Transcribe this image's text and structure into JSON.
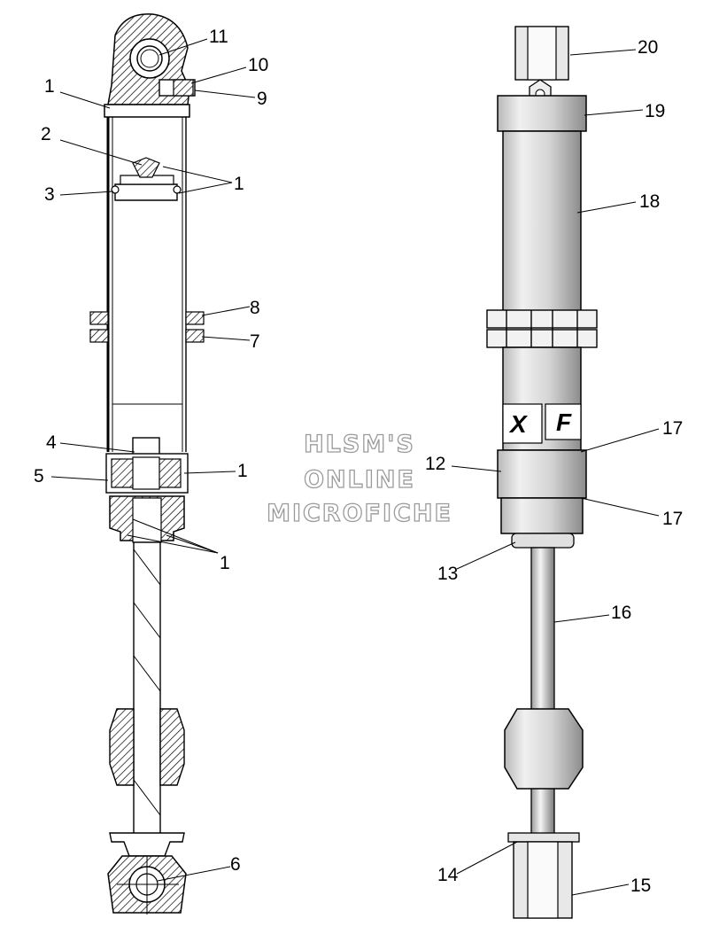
{
  "watermark": [
    "HLSM'S",
    "ONLINE",
    "MICROFICHE"
  ],
  "left_callouts": [
    "11",
    "10",
    "9",
    "1",
    "2",
    "1",
    "3",
    "8",
    "7",
    "4",
    "1",
    "5",
    "1",
    "6"
  ],
  "right_callouts": [
    "20",
    "19",
    "18",
    "17",
    "12",
    "17",
    "13",
    "16",
    "14",
    "15"
  ],
  "decal_text": [
    "X",
    "F"
  ]
}
